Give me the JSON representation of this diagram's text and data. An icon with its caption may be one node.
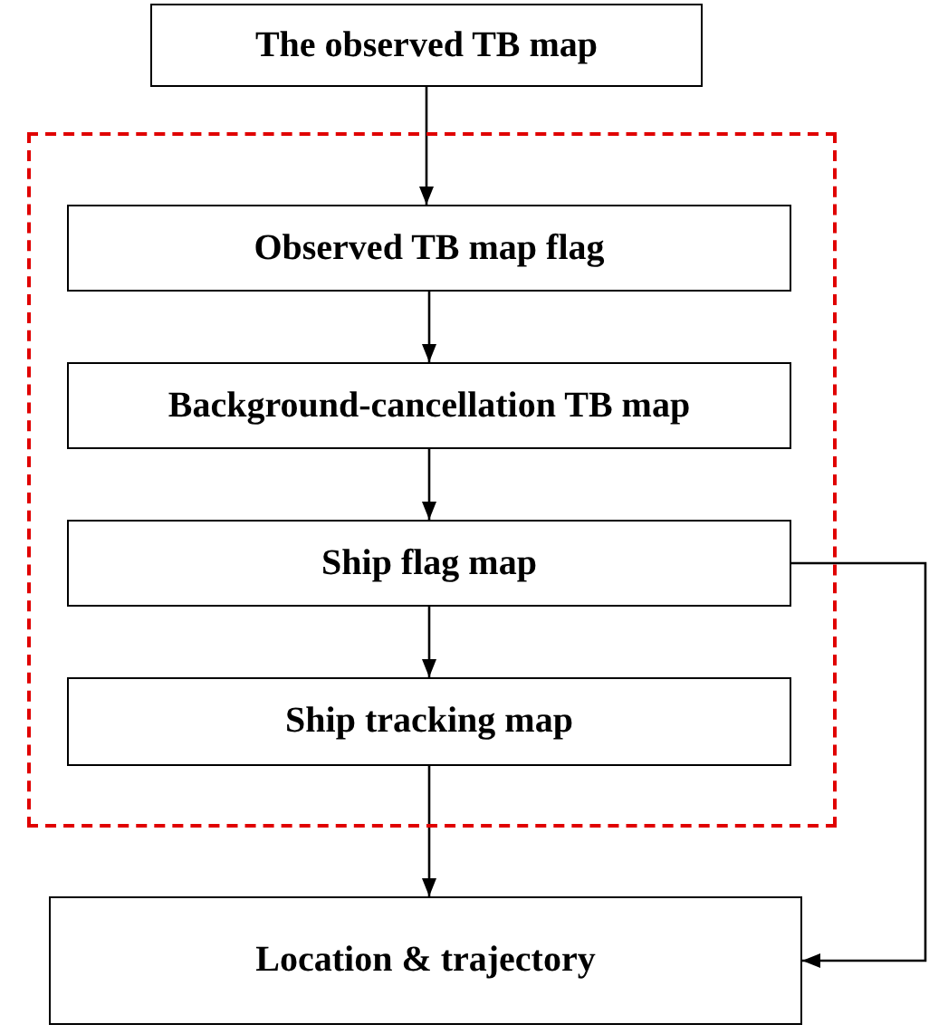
{
  "diagram": {
    "nodes": [
      {
        "text": [
          "The observed TB map"
        ]
      },
      {
        "text": [],
        "shape": "box"
      },
      {
        "text": [
          "Observed TB map flag"
        ],
        "in": 1
      },
      {
        "text": [
          "Background-cancellation TB map"
        ],
        "in": 1
      },
      {
        "text": [
          "Ship flag map"
        ],
        "in": 1
      },
      {
        "text": [
          "Ship tracking map"
        ],
        "in": 1
      },
      {
        "text": [
          "Location & trajectory"
        ]
      }
    ],
    "edges": [
      {
        "from": 0,
        "to": 2,
        "arrow": "to"
      },
      {
        "from": 2,
        "to": 3,
        "arrow": "to"
      },
      {
        "from": 3,
        "to": 4,
        "arrow": "to"
      },
      {
        "from": 4,
        "to": 5,
        "arrow": "to"
      },
      {
        "from": 5,
        "to": 6,
        "arrow": "to"
      },
      {
        "from": 4,
        "to": 6,
        "arrow": "to"
      }
    ]
  }
}
